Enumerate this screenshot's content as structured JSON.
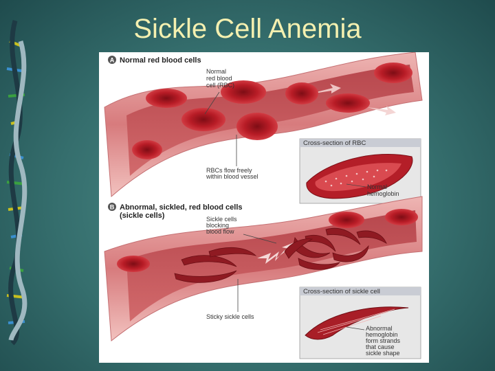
{
  "slide": {
    "title": "Sickle Cell Anemia"
  },
  "figure": {
    "panel_a": {
      "letter": "A",
      "title": "Normal red blood cells",
      "callout_normal_rbc": [
        "Normal",
        "red blood",
        "cell (RBC)"
      ],
      "callout_flow": [
        "RBCs flow freely",
        "within blood vessel"
      ],
      "inset_title": "Cross-section of RBC",
      "inset_label": [
        "Normal",
        "hemoglobin"
      ]
    },
    "panel_b": {
      "letter": "B",
      "title": [
        "Abnormal, sickled, red blood cells",
        "(sickle cells)"
      ],
      "callout_blocking": [
        "Sickle cells",
        "blocking",
        "blood flow"
      ],
      "callout_sticky": "Sticky sickle cells",
      "inset_title": "Cross-section of sickle cell",
      "inset_label": [
        "Abnormal",
        "hemoglobin",
        "form strands",
        "that cause",
        "sickle shape"
      ]
    }
  },
  "colors": {
    "background": "#356e6d",
    "title": "#f4f0b0",
    "vessel_wall": "#e8a3a3",
    "vessel_inner": "#c85a5e",
    "rbc": "#c8262f",
    "rbc_dark": "#8d1219"
  }
}
